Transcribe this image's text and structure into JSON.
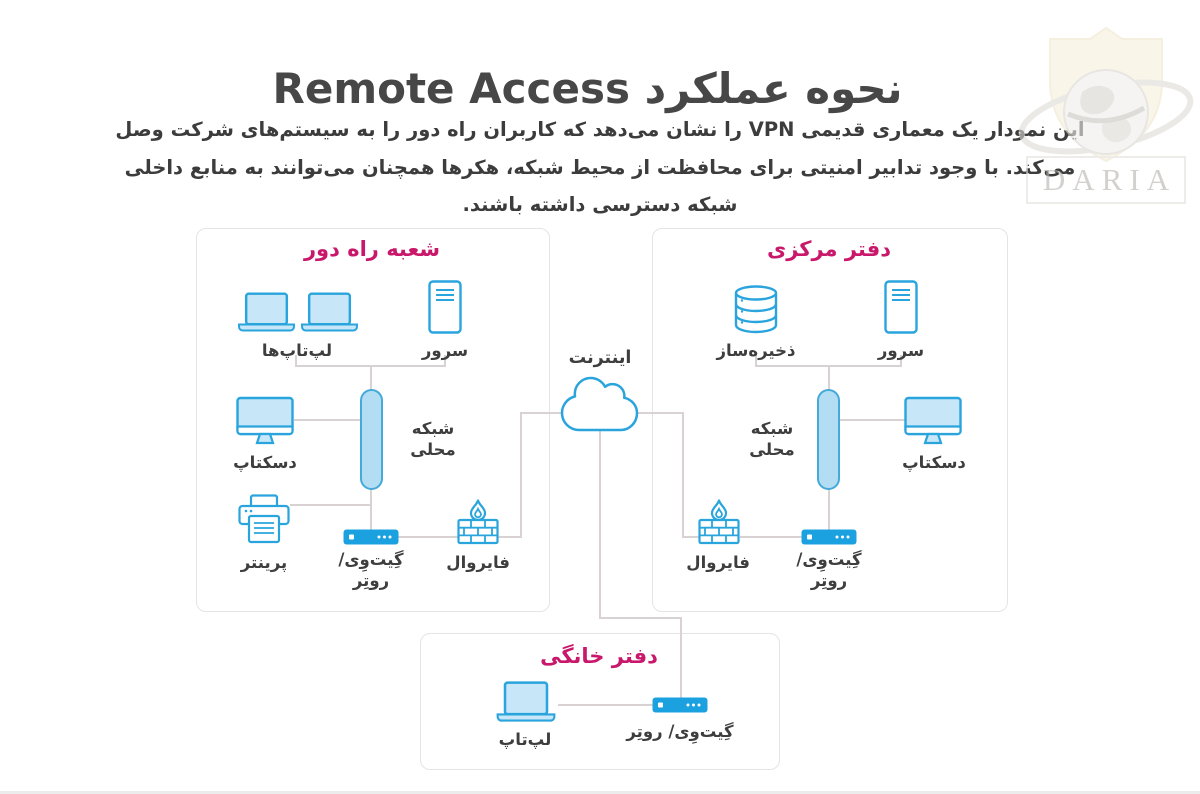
{
  "page": {
    "title": "نحوه عملکرد Remote Access",
    "description_lines": [
      "این نمودار یک معماری قدیمی VPN را نشان می‌دهد که کاربران راه دور را به سیستم‌های شرکت وصل",
      "می‌کند. با وجود تدابیر امنیتی برای محافظت از محیط شبکه، هکرها همچنان می‌توانند به منابع داخلی",
      "شبکه دسترسی داشته باشند."
    ]
  },
  "watermark": {
    "brand": "DARIA"
  },
  "diagram": {
    "internet": {
      "label": "اینترنت"
    },
    "remote_branch": {
      "title": "شعبه راه دور",
      "laptops_label": "لپ‌تاپ‌ها",
      "server_label": "سرور",
      "desktop_label": "دسکتاپ",
      "lan_label": "شبکه محلی",
      "printer_label": "پرینتر",
      "gateway_label_line1": "گِیت‌وِی/",
      "gateway_label_line2": "روتِر",
      "firewall_label": "فایروال"
    },
    "main_office": {
      "title": "دفتر مرکزی",
      "storage_label": "ذخیره‌ساز",
      "server_label": "سرور",
      "desktop_label": "دسکتاپ",
      "lan_label": "شبکه محلی",
      "gateway_label_line1": "گِیت‌وِی/",
      "gateway_label_line2": "روتِر",
      "firewall_label": "فایروال"
    },
    "home_office": {
      "title": "دفتر خانگی",
      "laptop_label": "لپ‌تاپ",
      "gateway_label": "گِیت‌وِی/ روتِر"
    }
  },
  "colors": {
    "accent_pink": "#c9186b",
    "icon_stroke_blue": "#29a4dd",
    "icon_fill_blue": "#c7e6f8",
    "router_solid_blue": "#1ba1df",
    "connector_gray": "#d9d2d2",
    "text_dark": "#3c3c3c",
    "box_border_gray": "#e4e4e4"
  }
}
